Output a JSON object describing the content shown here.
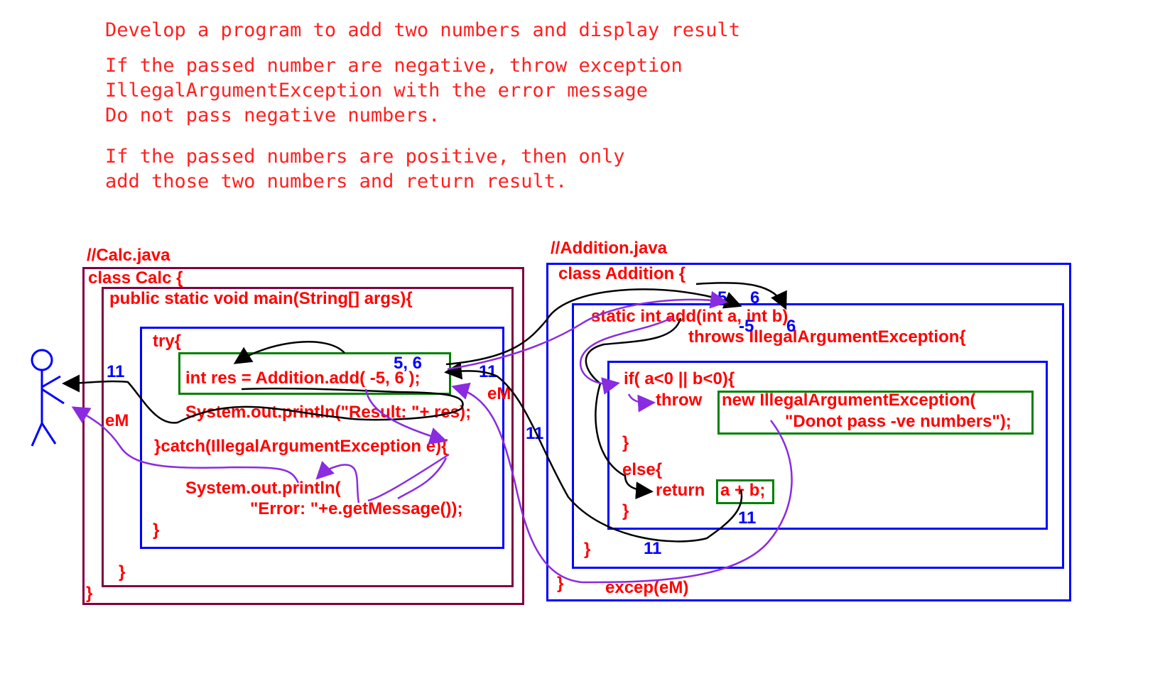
{
  "problem": {
    "line1": "Develop a program to add two numbers and display result",
    "line2": "If the passed number are negative, throw exception",
    "line3": "IllegalArgumentException with the error message",
    "line4": "Do not pass negative numbers.",
    "line5": "If the passed numbers are positive, then only",
    "line6": "add those two numbers and return result."
  },
  "calc": {
    "filename": "//Calc.java",
    "class_decl": "class Calc {",
    "main_decl": "public static void main(String[] args){",
    "try_open": "try{",
    "call_line": "int res = Addition.add( -5, 6 );",
    "print_result": "System.out.println(\"Result: \"+ res);",
    "catch_line": "}catch(IllegalArgumentException e){",
    "print_error_1": "System.out.println(",
    "print_error_2": "\"Error: \"+e.getMessage());",
    "try_close": "}",
    "main_close": "}",
    "class_close": "}"
  },
  "addition": {
    "filename": "//Addition.java",
    "class_decl": "class Addition {",
    "method_decl": "static int add(int a, int b)",
    "throws_line": "throws IllegalArgumentException{",
    "if_line": "if( a<0 || b<0){",
    "throw_kw": "throw",
    "new_ex": "new IllegalArgumentException(",
    "ex_msg": "\"Donot pass -ve numbers\");",
    "if_close": "}",
    "else_line": "else{",
    "return_kw": "return",
    "return_expr": "a + b;",
    "else_close": "}",
    "method_close": "}",
    "class_close": "}",
    "excep_label": "excep(eM)"
  },
  "annotations": {
    "args_5_6": "5, 6",
    "top_5": "5",
    "top_6": "6",
    "a_val": "-5",
    "b_val": "6",
    "result_11_left": "11",
    "em_left": "eM",
    "result_11_call": "11",
    "em_call": "eM",
    "result_11_mid": "11",
    "result_11_return": "11",
    "result_11_bottom": "11"
  },
  "colors": {
    "text_red": "#ff0000",
    "annotation_blue": "#0000ff",
    "box_maroon": "#800040",
    "box_blue": "#0000ff",
    "box_green": "#008000",
    "arrow_black": "#000000",
    "arrow_purple": "#8a2be2"
  }
}
